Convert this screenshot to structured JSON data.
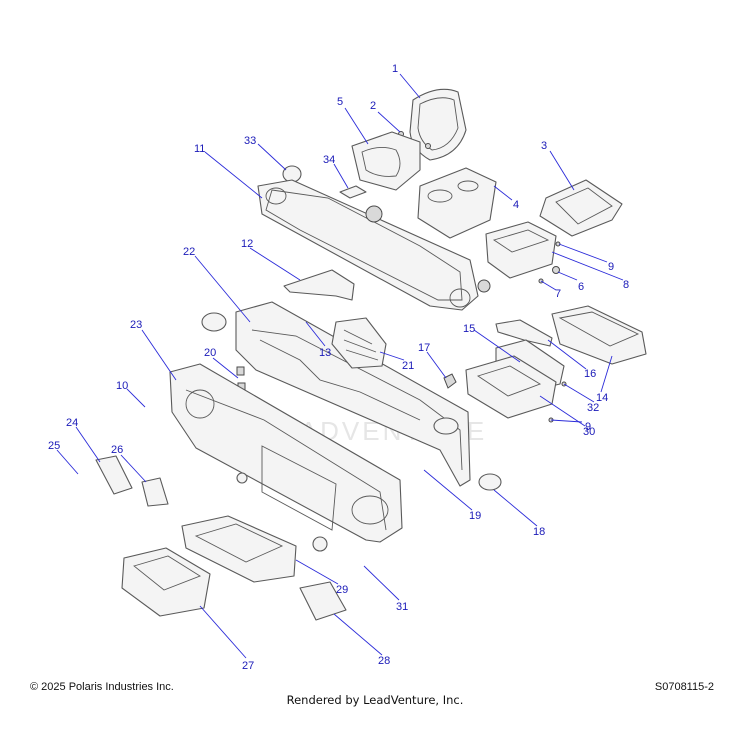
{
  "callouts": [
    "1",
    "2",
    "3",
    "4",
    "5",
    "6",
    "7",
    "8",
    "9",
    "9",
    "10",
    "11",
    "12",
    "13",
    "14",
    "15",
    "16",
    "17",
    "18",
    "19",
    "20",
    "21",
    "22",
    "23",
    "24",
    "25",
    "26",
    "27",
    "28",
    "29",
    "30",
    "31",
    "32",
    "33",
    "34"
  ],
  "watermark": "LEADVENTURE",
  "footer": {
    "copyright": "© 2025 Polaris Industries Inc.",
    "rendered_by": "Rendered by LeadVenture, Inc.",
    "drawing_id": "S0708115-2"
  },
  "colors": {
    "callout": "#1a1ab8",
    "leader": "#2b2bd9"
  }
}
